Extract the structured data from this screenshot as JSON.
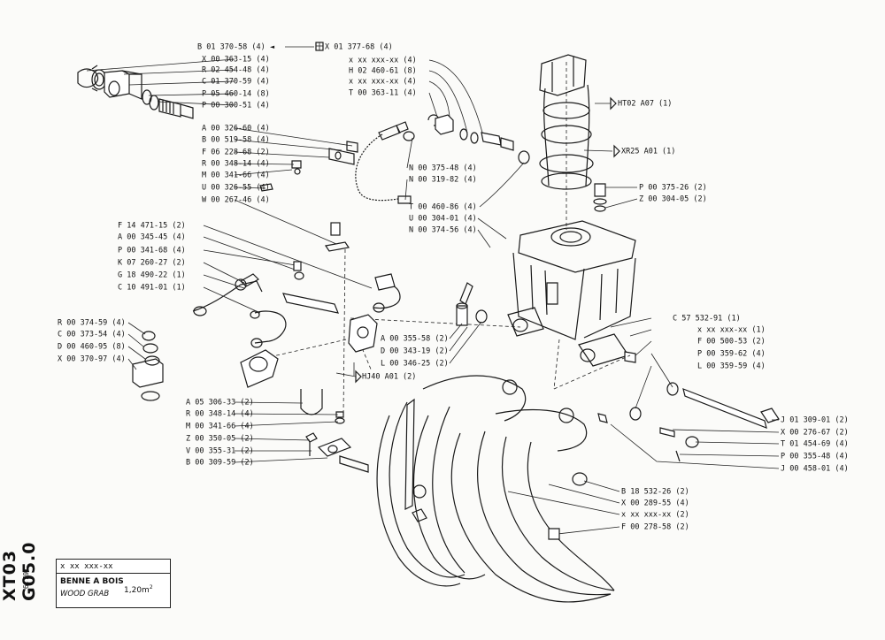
{
  "drawing": {
    "code": "XT03 G05.0",
    "date": "6.79",
    "ref": "x xx xxx-xx",
    "title_fr": "BENNE A BOIS",
    "title_en": "WOOD GRAB",
    "capacity": "1,20m",
    "capacity_unit_exp": "2"
  },
  "labels_left": [
    "B 01 370-58 (4)",
    "X 00 363-15 (4)",
    "R 02 454-48 (4)",
    "C 01 370-59 (4)",
    "P 05 460-14 (8)",
    "P 00 300-51 (4)",
    "A 00 326-60 (4)",
    "B 00 519-58 (4)",
    "F 06 228-68 (2)",
    "R 00 348-14 (4)",
    "M 00 341-66 (4)",
    "U 00 326-55 (4)",
    "W 00 267-46 (4)",
    "F 14 471-15 (2)",
    "A 00 345-45 (4)",
    "P 00 341-68 (4)",
    "K 07 260-27 (2)",
    "G 18 490-22 (1)",
    "C 10 491-01 (1)",
    "R 00 374-59 (4)",
    "C 00 373-54 (4)",
    "D 00 460-95 (8)",
    "X 00 370-97 (4)",
    "A 05 306-33 (2)",
    "R 00 348-14 (4)",
    "M 00 341-66 (4)",
    "Z 00 350-05 (2)",
    "V 00 355-31 (2)",
    "B 00 309-59 (2)"
  ],
  "labels_top_center": [
    "x xx xxx-xx (4)",
    "H 02 460-61 (8)",
    "x xx xxx-xx (4)",
    "T 00 363-11 (4)",
    "N 00 375-48 (4)",
    "N 00 319-82 (4)",
    "T 00 460-86 (4)",
    "U 00 304-01 (4)",
    "N 00 374-56 (4)"
  ],
  "label_top_ref": "X 01 377-68 (4)",
  "labels_mid": [
    "A 00 355-58 (2)",
    "D 00 343-19 (2)",
    "L 00 346-25 (2)"
  ],
  "ref_flags": [
    "HT02  A07 (1)",
    "XR25  A01 (1)",
    "HJ40  A01 (2)"
  ],
  "labels_right": [
    "P 00 375-26 (2)",
    "Z 00 304-05 (2)",
    "C 57 532-91 (1)",
    "x xx xxx-xx (1)",
    "F 00 500-53 (2)",
    "P 00 359-62 (4)",
    "L 00 359-59 (4)",
    "J 01 309-01 (2)",
    "X 00 276-67 (2)",
    "T 01 454-69 (4)",
    "P 00 355-48 (4)",
    "J 00 458-01 (4)",
    "B 18 532-26 (2)",
    "X 00 289-55 (4)",
    "x xx xxx-xx (2)",
    "F 00 278-58 (2)"
  ]
}
